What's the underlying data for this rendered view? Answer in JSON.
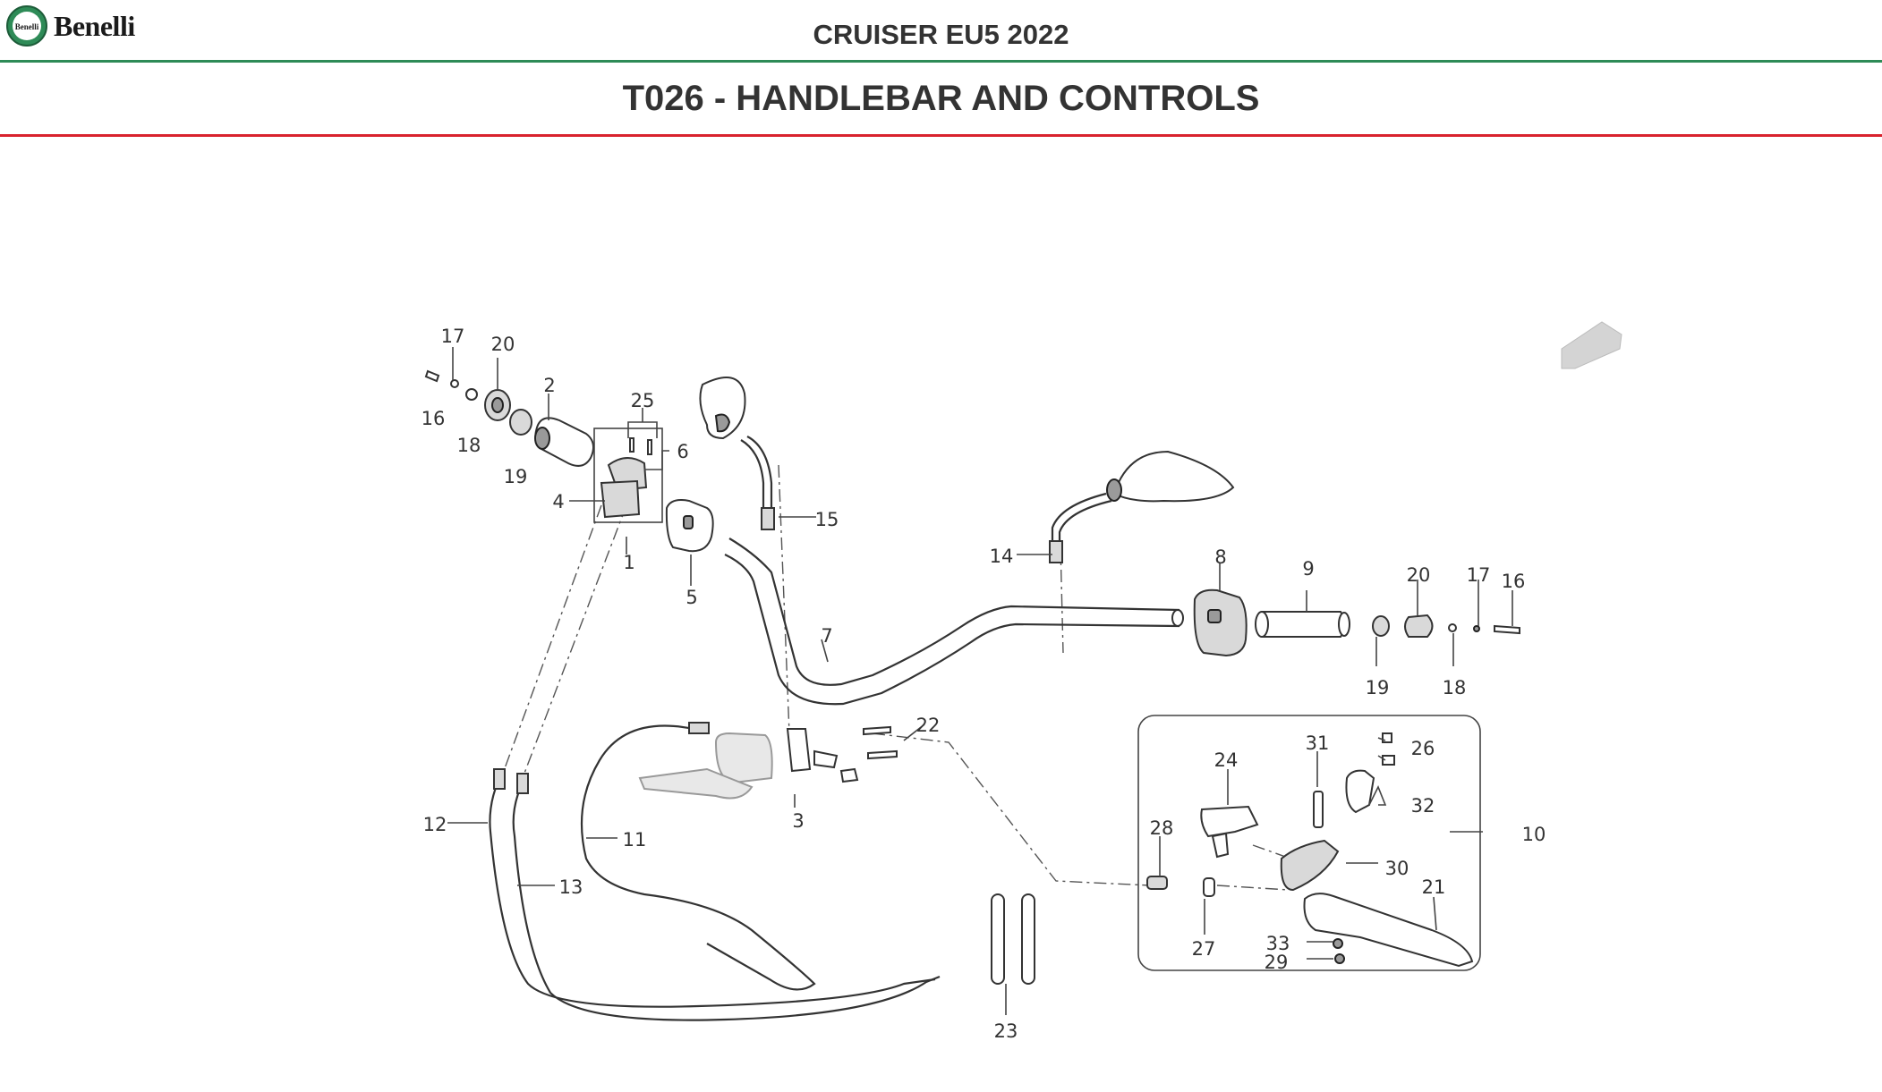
{
  "header": {
    "logo_text": "Benelli",
    "model_title": "CRUISER EU5 2022",
    "section_title": "T026 - HANDLEBAR AND CONTROLS"
  },
  "colors": {
    "green_rule": "#2e8b57",
    "red_rule": "#d9232e",
    "logo_green": "#2e8b57"
  },
  "diagram": {
    "callouts": [
      "17",
      "20",
      "16",
      "18",
      "19",
      "2",
      "25",
      "6",
      "4",
      "1",
      "5",
      "15",
      "7",
      "14",
      "8",
      "9",
      "20",
      "17",
      "16",
      "19",
      "18",
      "22",
      "3",
      "24",
      "31",
      "26",
      "32",
      "12",
      "11",
      "13",
      "28",
      "30",
      "10",
      "21",
      "27",
      "33",
      "29",
      "23"
    ]
  }
}
